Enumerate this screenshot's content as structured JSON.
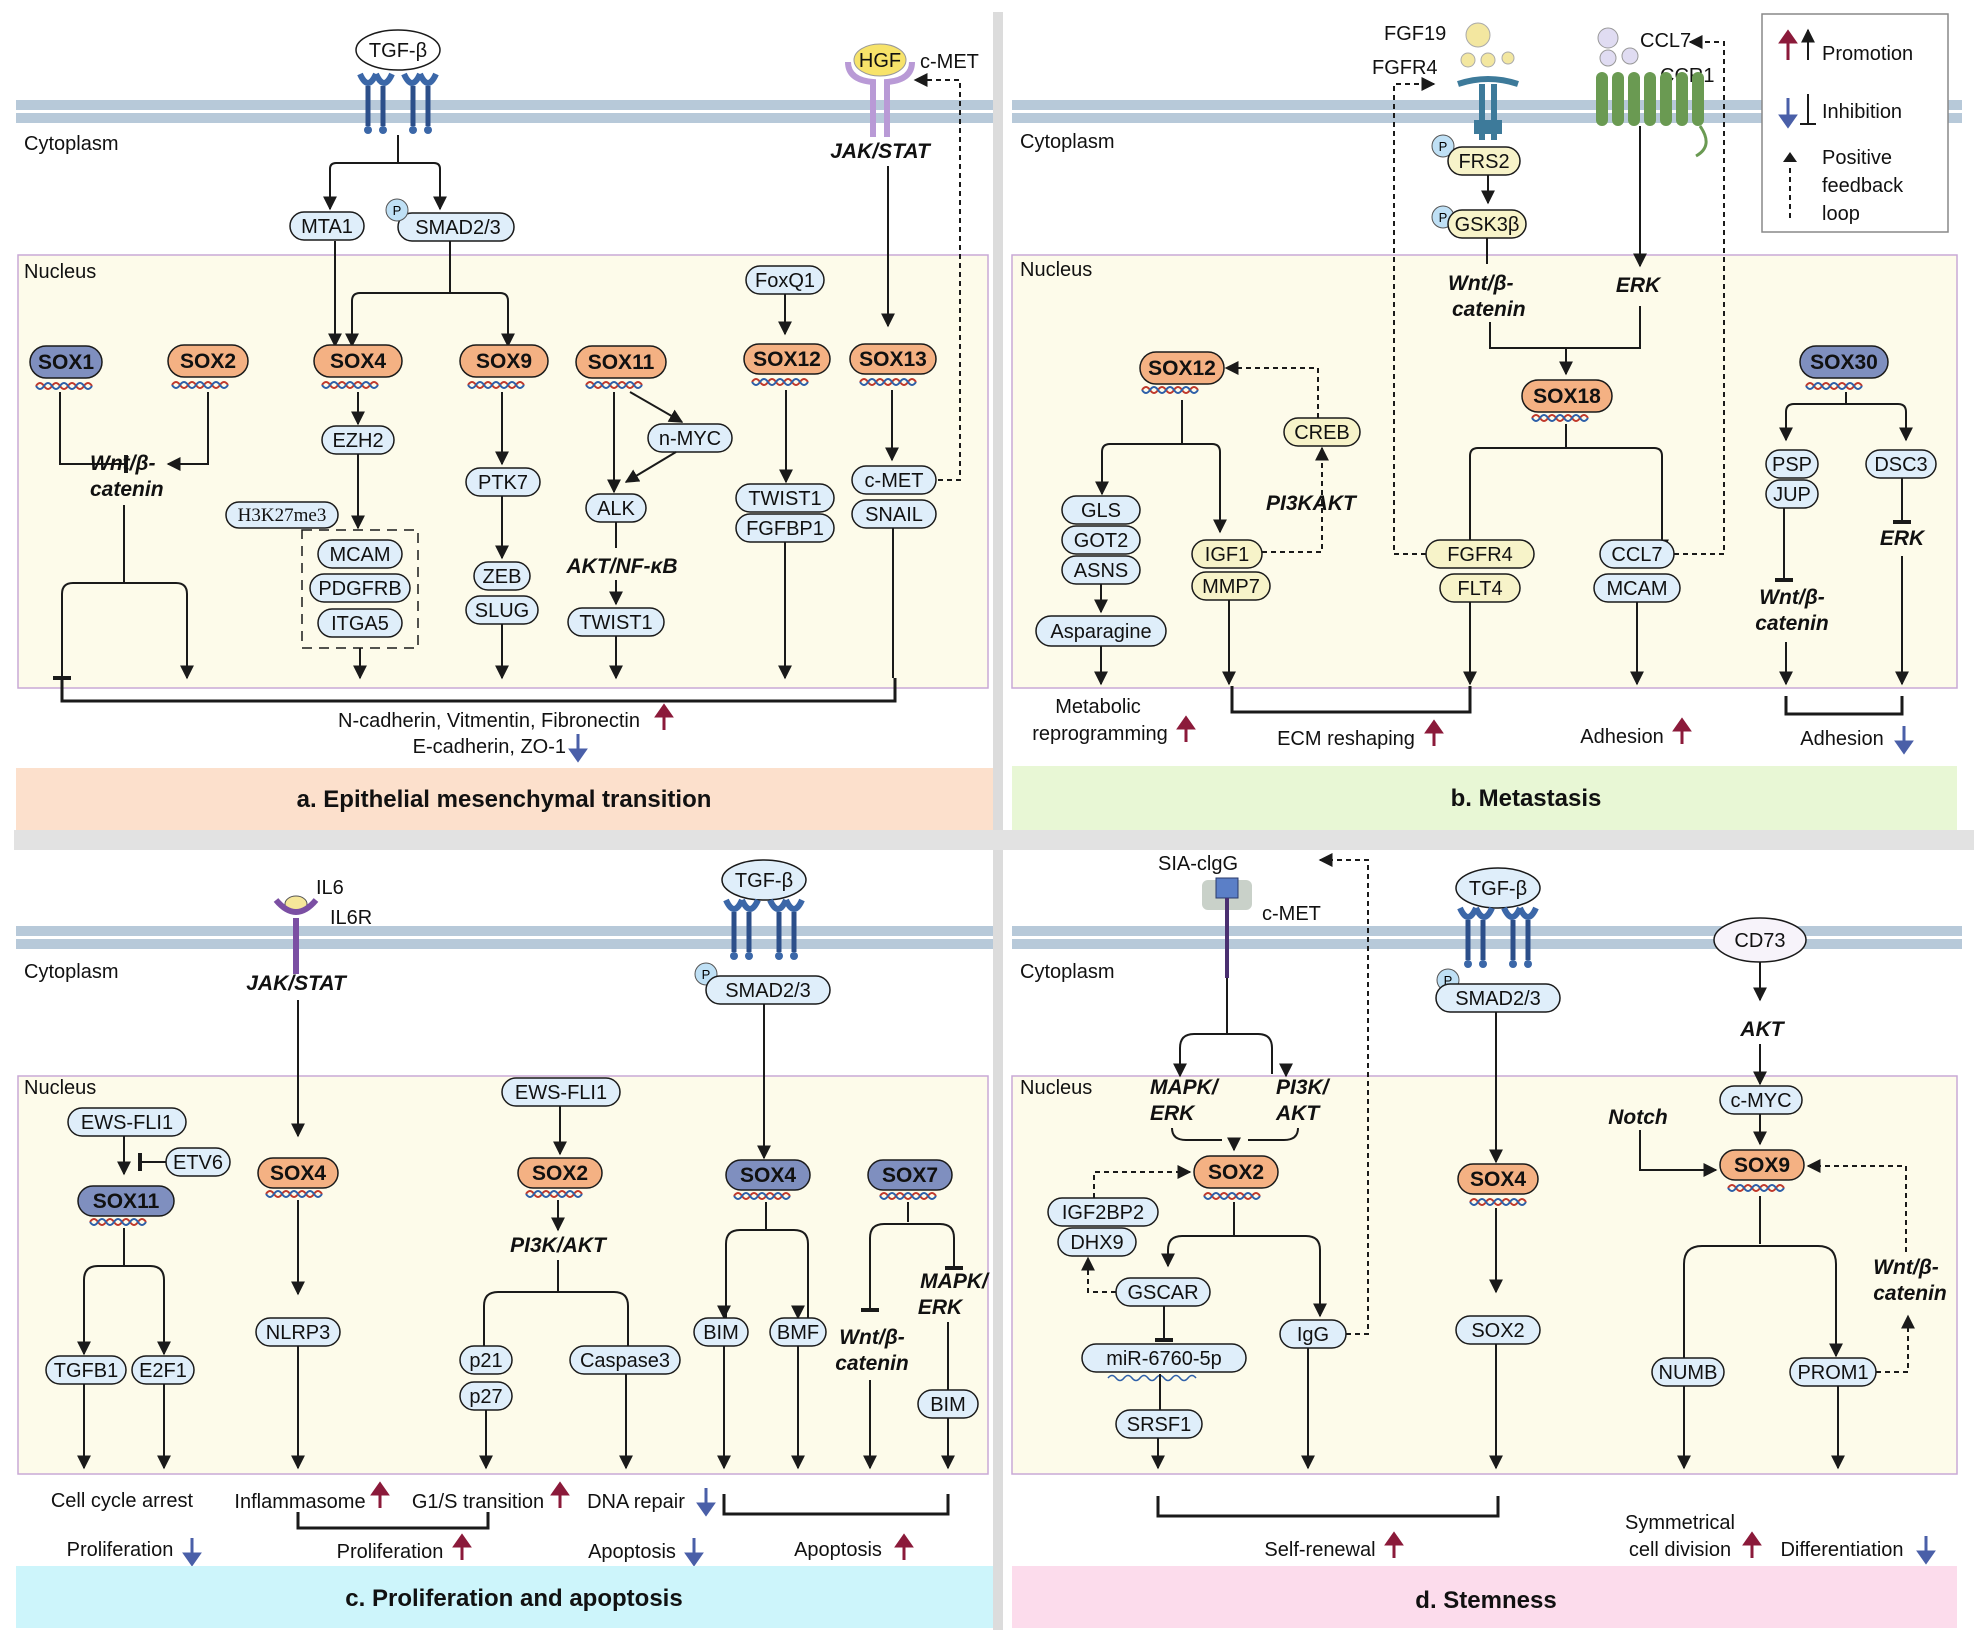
{
  "panels": {
    "a": {
      "title": "a. Epithelial mesenchymal transition"
    },
    "b": {
      "title": "b. Metastasis"
    },
    "c": {
      "title": "c. Proliferation and apoptosis"
    },
    "d": {
      "title": "d. Stemness"
    }
  },
  "common": {
    "cytoplasm": "Cytoplasm",
    "nucleus": "Nucleus"
  },
  "legend": {
    "promotion": "Promotion",
    "inhibition": "Inhibition",
    "feedback_line1": "Positive",
    "feedback_line2": "feedback",
    "feedback_line3": "loop"
  },
  "colors": {
    "promotion_arrow": "#8b1a3a",
    "inhibition_arrow": "#4a5fa8",
    "sox_orange": "#f4b183",
    "sox_blue": "#7f8fbf",
    "nucleus_fill": "#fdfbea",
    "panel_a": "#fce0cc",
    "panel_b": "#e8f7d5",
    "panel_c": "#cdf5fb",
    "panel_d": "#fcdcec",
    "membrane": "#b7c9d9"
  },
  "a": {
    "tgfb": "TGF-β",
    "hgf": "HGF",
    "cmet_receptor": "c-MET",
    "jakstat": "JAK/STAT",
    "mta1": "MTA1",
    "smad23": "SMAD2/3",
    "p": "P",
    "sox1": "SOX1",
    "sox2": "SOX2",
    "sox4": "SOX4",
    "sox9": "SOX9",
    "sox11": "SOX11",
    "sox12": "SOX12",
    "sox13": "SOX13",
    "foxq1": "FoxQ1",
    "wnt1": "Wnt/β-",
    "wnt2": "catenin",
    "ezh2": "EZH2",
    "h3k27me3": "H3K27me3",
    "mcam": "MCAM",
    "pdgfrb": "PDGFRB",
    "itga5": "ITGA5",
    "ptk7": "PTK7",
    "zeb": "ZEB",
    "slug": "SLUG",
    "nmyc": "n-MYC",
    "alk": "ALK",
    "aktnfkb": "AKT/NF-κB",
    "twist1": "TWIST1",
    "twist1b": "TWIST1",
    "fgfbp1": "FGFBP1",
    "cmet": "c-MET",
    "snail": "SNAIL",
    "out1": "N-cadherin, Vitmentin, Fibronectin",
    "out2": "E-cadherin, ZO-1"
  },
  "b": {
    "fgf19": "FGF19",
    "fgfr4r": "FGFR4",
    "ccl7top": "CCL7",
    "ccr1": "CCR1",
    "p": "P",
    "frs2": "FRS2",
    "gsk3b": "GSK3β",
    "wnt1": "Wnt/β-",
    "wnt2": "catenin",
    "erk": "ERK",
    "sox12": "SOX12",
    "sox18": "SOX18",
    "sox30": "SOX30",
    "creb": "CREB",
    "pi3kakt": "PI3KAKT",
    "gls": "GLS",
    "got2": "GOT2",
    "asns": "ASNS",
    "asparagine": "Asparagine",
    "igf1": "IGF1",
    "mmp7": "MMP7",
    "fgfr4": "FGFR4",
    "flt4": "FLT4",
    "ccl7": "CCL7",
    "mcam": "MCAM",
    "psp": "PSP",
    "jup": "JUP",
    "dsc3": "DSC3",
    "wnt3": "Wnt/β-",
    "wnt4": "catenin",
    "erk2": "ERK",
    "out_metab1": "Metabolic",
    "out_metab2": "reprogramming",
    "out_ecm": "ECM reshaping",
    "out_adh1": "Adhesion",
    "out_adh2": "Adhesion"
  },
  "c": {
    "il6": "IL6",
    "il6r": "IL6R",
    "jakstat": "JAK/STAT",
    "tgfb": "TGF-β",
    "p": "P",
    "smad23": "SMAD2/3",
    "ewsfli1a": "EWS-FLI1",
    "etv6": "ETV6",
    "sox11": "SOX11",
    "tgfb1": "TGFB1",
    "e2f1": "E2F1",
    "sox4a": "SOX4",
    "nlrp3": "NLRP3",
    "ewsfli1b": "EWS-FLI1",
    "sox2": "SOX2",
    "pi3kakt": "PI3K/AKT",
    "p21": "p21",
    "p27": "p27",
    "caspase3": "Caspase3",
    "sox4b": "SOX4",
    "bim": "BIM",
    "bmf": "BMF",
    "sox7": "SOX7",
    "mapk1": "MAPK/",
    "mapk2": "ERK",
    "wnt1": "Wnt/β-",
    "wnt2": "catenin",
    "bim2": "BIM",
    "out_cca": "Cell cycle arrest",
    "out_infl": "Inflammasome",
    "out_g1s": "G1/S transition",
    "out_dna": "DNA repair",
    "out_prolif1": "Proliferation",
    "out_prolif2": "Proliferation",
    "out_apop1": "Apoptosis",
    "out_apop2": "Apoptosis"
  },
  "d": {
    "siaclgg": "SIA-clgG",
    "cmet": "c-MET",
    "tgfb": "TGF-β",
    "p": "P",
    "smad23": "SMAD2/3",
    "cd73": "CD73",
    "akt": "AKT",
    "mapk1": "MAPK/",
    "mapk2": "ERK",
    "pi3k1": "PI3K/",
    "pi3k2": "AKT",
    "sox2": "SOX2",
    "igf2bp2": "IGF2BP2",
    "dhx9": "DHX9",
    "gscar": "GSCAR",
    "mir": "miR-6760-5p",
    "srsf1": "SRSF1",
    "igg": "IgG",
    "sox4": "SOX4",
    "sox2b": "SOX2",
    "cmyc": "c-MYC",
    "notch": "Notch",
    "sox9": "SOX9",
    "wnt1": "Wnt/β-",
    "wnt2": "catenin",
    "numb": "NUMB",
    "prom1": "PROM1",
    "out_self": "Self-renewal",
    "out_sym1": "Symmetrical",
    "out_sym2": "cell division",
    "out_diff": "Differentiation"
  }
}
